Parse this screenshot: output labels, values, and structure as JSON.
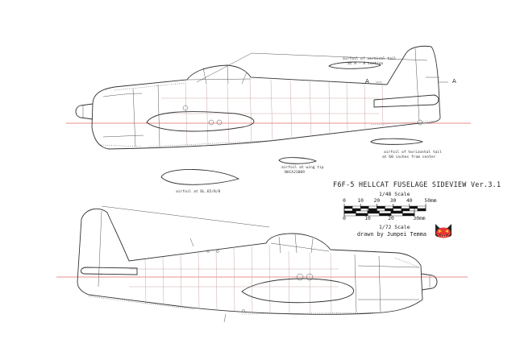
{
  "drawing": {
    "title": "F6F-5 HELLCAT FUSELAGE SIDEVIEW Ver.3.1",
    "author": "drawn by  Jumpei Temma",
    "logo_icon": "cat-face-icon"
  },
  "annotations": {
    "vertical_tail_airfoil": [
      "airfoil of vertical tail",
      "at A - A section"
    ],
    "horizontal_tail_airfoil": [
      "airfoil of horizontal tail",
      "at 60 inches from center"
    ],
    "wing_tip_airfoil": [
      "airfoil at wing tip",
      "NACA23009"
    ],
    "root_airfoil": [
      "airfoil at DL.65/8/8"
    ],
    "section_marker_left": "A",
    "section_marker_right": "A"
  },
  "scales": [
    {
      "label": "1/48 Scale",
      "ticks": [
        "0",
        "10",
        "20",
        "30",
        "40",
        "50mm"
      ]
    },
    {
      "label": "1/72 Scale",
      "ticks": [
        "0",
        "10",
        "20",
        "30mm"
      ]
    }
  ]
}
